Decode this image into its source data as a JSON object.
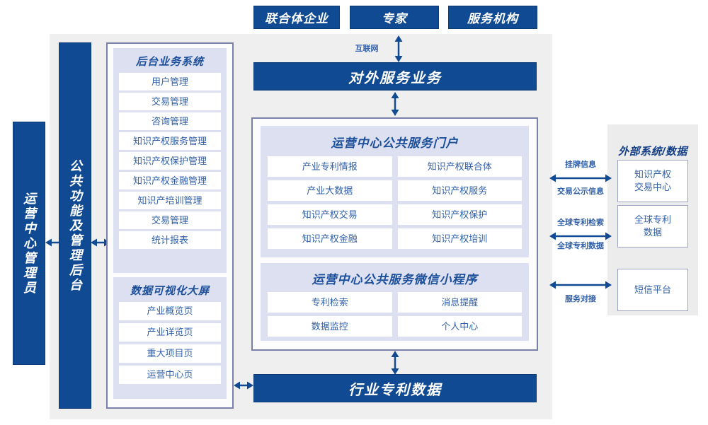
{
  "top_actors": [
    {
      "label": "联合体企业"
    },
    {
      "label": "专家"
    },
    {
      "label": "服务机构"
    }
  ],
  "internet_label": "互联网",
  "external_service_bar": "对外服务业务",
  "industry_patent_bar": "行业专利数据",
  "left_admin_bar": "运营中心管理员",
  "common_function_bar": "公共功能及管理后台",
  "backend_group": {
    "title": "后台业务系统",
    "items": [
      "用户管理",
      "交易管理",
      "咨询管理",
      "知识产权服务管理",
      "知识产权保护管理",
      "知识产权金融管理",
      "知识产培训管理",
      "交易管理",
      "统计报表"
    ]
  },
  "visualization_group": {
    "title": "数据可视化大屏",
    "items": [
      "产业概览页",
      "产业详览页",
      "重大项目页",
      "运营中心页"
    ]
  },
  "portal_group": {
    "title": "运营中心公共服务门户",
    "items": [
      "产业专利情报",
      "知识产权联合体",
      "产业大数据",
      "知识产权服务",
      "知识产权交易",
      "知识产权保护",
      "知识产权金融",
      "知识产权培训"
    ]
  },
  "miniprogram_group": {
    "title": "运营中心公共服务微信小程序",
    "items": [
      "专利检索",
      "消息提醒",
      "数据监控",
      "个人中心"
    ]
  },
  "external_panel": {
    "title": "外部系统/数据",
    "boxes": [
      {
        "label": "知识产权\n交易中心"
      },
      {
        "label": "全球专利\n数据"
      },
      {
        "label": "短信平台"
      }
    ],
    "connections": [
      {
        "top": "挂牌信息",
        "bottom": "交易公示信息"
      },
      {
        "top": "全球专利检索",
        "bottom": "全球专利数据"
      },
      {
        "top": "",
        "bottom": "服务对接"
      }
    ]
  },
  "colors": {
    "brand_blue": "#104A93",
    "brand_blue_dark": "#0b3a76",
    "lavender": "#DDE0F0",
    "panel_border": "#7B80AB",
    "canvas_grey": "#EFEFEF",
    "ext_grey": "#ECECEC",
    "text_blue": "#2f5fa8"
  }
}
